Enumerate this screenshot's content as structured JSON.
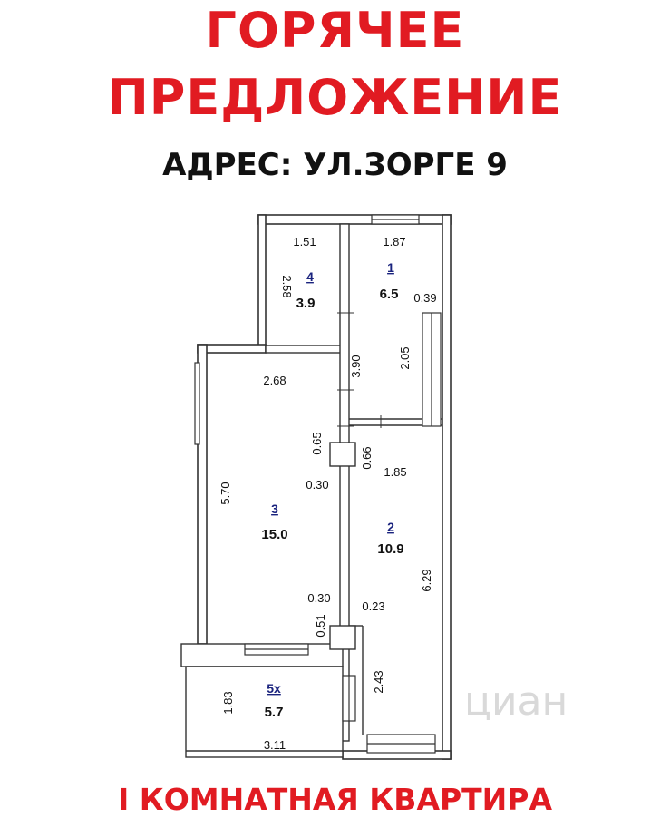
{
  "header": {
    "title_line1": "ГОРЯЧЕЕ",
    "title_line2": "ПРЕДЛОЖЕНИЕ",
    "address": "АДРЕС: УЛ.ЗОРГЕ 9"
  },
  "plan": {
    "rooms": [
      {
        "number": "4",
        "area": "3.9"
      },
      {
        "number": "1",
        "area": "6.5"
      },
      {
        "number": "3",
        "area": "15.0"
      },
      {
        "number": "2",
        "area": "10.9"
      },
      {
        "number": "5х",
        "area": "5.7"
      }
    ],
    "dimensions": {
      "d_1_51": "1.51",
      "d_1_87": "1.87",
      "d_2_58": "2.58",
      "d_0_39": "0.39",
      "d_3_90": "3.90",
      "d_2_05": "2.05",
      "d_2_68": "2.68",
      "d_0_65": "0.65",
      "d_0_66": "0.66",
      "d_1_85": "1.85",
      "d_0_30_top": "0.30",
      "d_5_70": "5.70",
      "d_6_29": "6.29",
      "d_0_30_bottom": "0.30",
      "d_0_51": "0.51",
      "d_0_23": "0.23",
      "d_2_43": "2.43",
      "d_1_83": "1.83",
      "d_3_11": "3.11"
    },
    "watermark": "циан"
  },
  "footer": {
    "label": "I КОМНАТНАЯ КВАРТИРА"
  },
  "colors": {
    "accent": "#e11b22",
    "text": "#111111",
    "room_number": "#1a237e"
  }
}
